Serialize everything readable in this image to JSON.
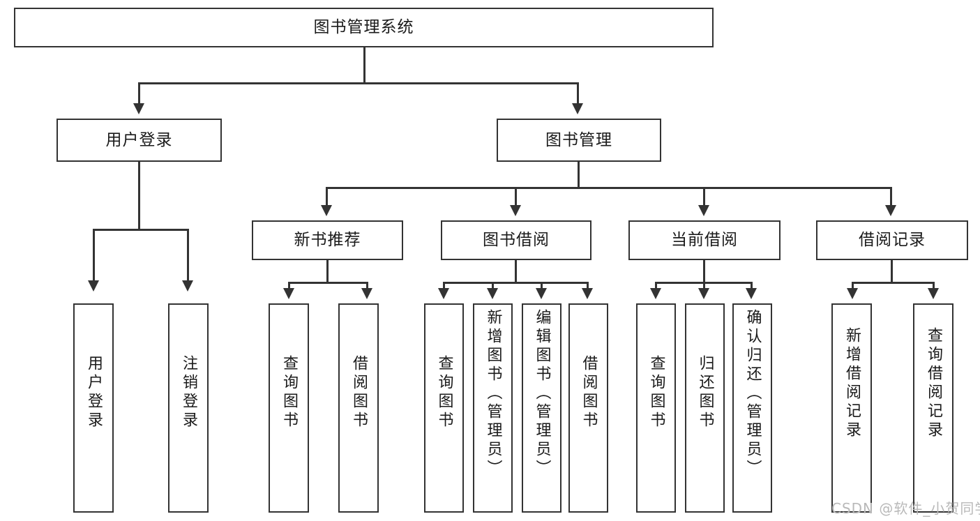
{
  "diagram": {
    "type": "tree-hierarchy",
    "title": "图书管理系统",
    "watermark": "CSDN @软件_小贺同学",
    "colors": {
      "box_border": "#333333",
      "box_fill": "#ffffff",
      "connector": "#333333",
      "text": "#1a1a1a",
      "watermark": "#b9b9b9",
      "background": "#ffffff"
    },
    "levels": {
      "root": {
        "label": "图书管理系统"
      },
      "level2": [
        {
          "label": "用户登录"
        },
        {
          "label": "图书管理"
        }
      ],
      "level3": [
        {
          "label": "新书推荐"
        },
        {
          "label": "图书借阅"
        },
        {
          "label": "当前借阅"
        },
        {
          "label": "借阅记录"
        }
      ],
      "leaves": {
        "user_login": [
          {
            "label": "用户登录"
          },
          {
            "label": "注销登录"
          }
        ],
        "new_book_recommend": [
          {
            "label": "查询图书"
          },
          {
            "label": "借阅图书"
          }
        ],
        "book_borrow": [
          {
            "label": "查询图书"
          },
          {
            "label": "新增图书（管理员）"
          },
          {
            "label": "编辑图书（管理员）"
          },
          {
            "label": "借阅图书"
          }
        ],
        "current_borrow": [
          {
            "label": "查询图书"
          },
          {
            "label": "归还图书"
          },
          {
            "label": "确认归还（管理员）"
          }
        ],
        "borrow_record": [
          {
            "label": "新增借阅记录"
          },
          {
            "label": "查询借阅记录"
          }
        ]
      }
    }
  }
}
